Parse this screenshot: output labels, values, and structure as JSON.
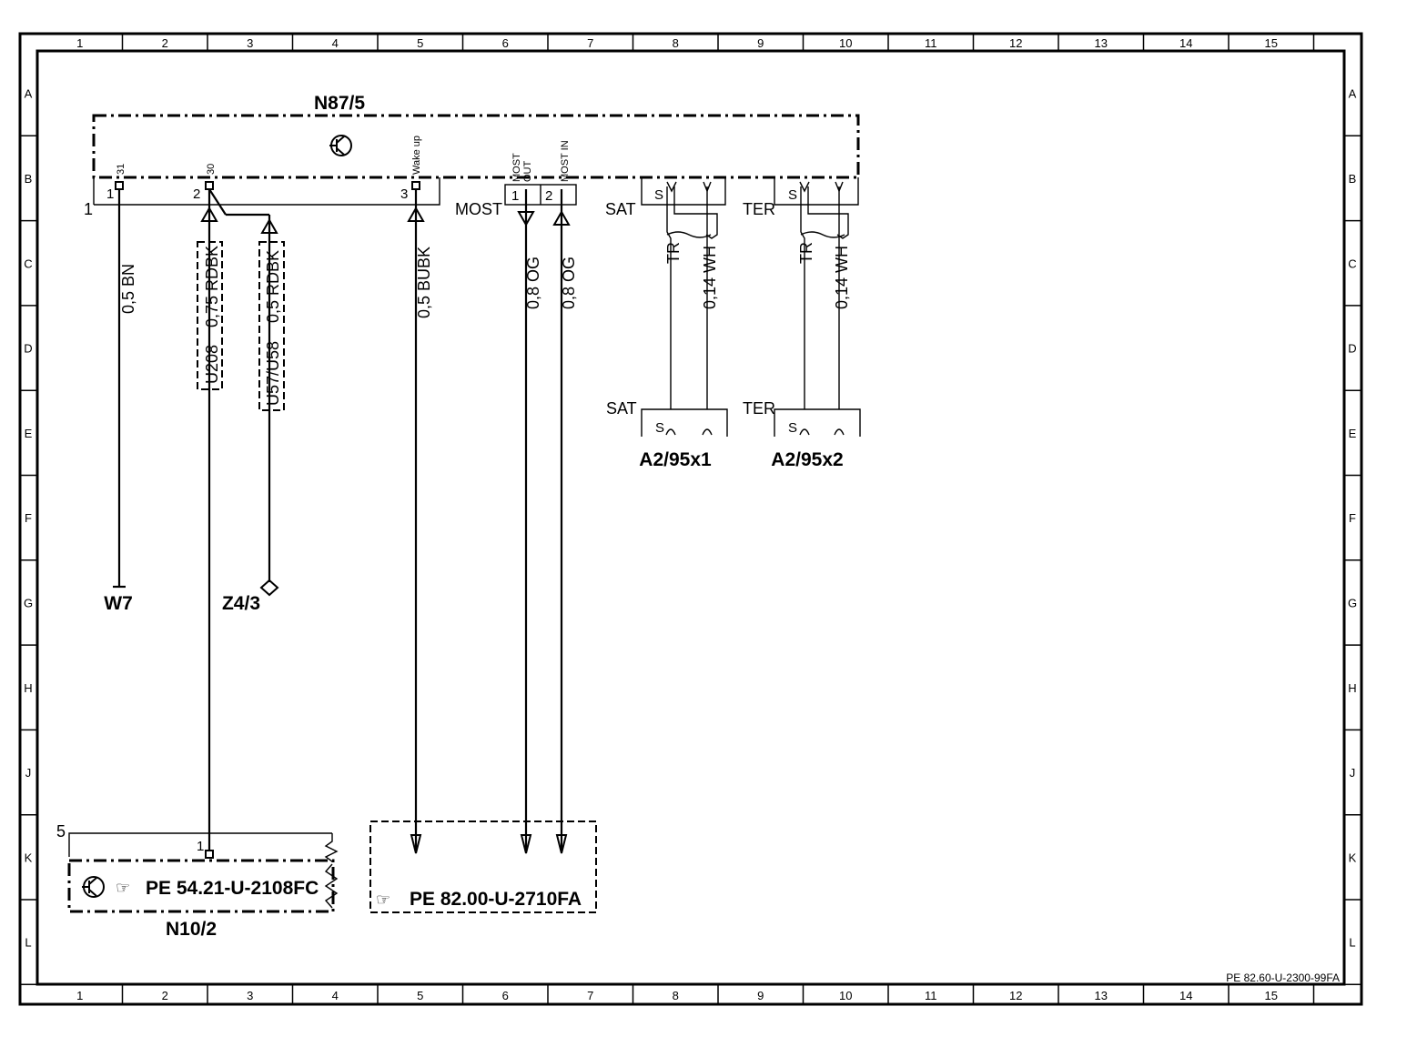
{
  "frame": {
    "columns": [
      "1",
      "2",
      "3",
      "4",
      "5",
      "6",
      "7",
      "8",
      "9",
      "10",
      "11",
      "12",
      "13",
      "14",
      "15"
    ],
    "rows": [
      "A",
      "B",
      "C",
      "D",
      "E",
      "F",
      "G",
      "H",
      "J",
      "K",
      "L"
    ],
    "doc_ref": "PE 82.60-U-2300-99FA"
  },
  "module_top": {
    "name": "N87/5",
    "pins": [
      {
        "top": "31",
        "num": "1"
      },
      {
        "top": "30",
        "num": "2"
      },
      {
        "top": "Wake up",
        "num": "3"
      }
    ],
    "side_num": "1",
    "most_label": "MOST",
    "most_out": "MOST OUT",
    "most_out_l1": "MOST",
    "most_out_l2": "OUT",
    "most_in": "MOST IN",
    "most_pin1": "1",
    "most_pin2": "2",
    "sat_label": "SAT",
    "ter_label": "TER",
    "shield_s": "S"
  },
  "wires": {
    "w1": "0,5 BN",
    "w2a": "0,75 RDBK",
    "w2b": "U208",
    "w3a": "0,5 RDBK",
    "w3b": "U57/U58",
    "w4": "0,5 BUBK",
    "w5": "0,8 OG",
    "w6": "0,8 OG",
    "sat_tr": "TR",
    "sat_wh": "0,14 WH",
    "ter_tr": "TR",
    "ter_wh": "0,14 WH"
  },
  "connectors": {
    "sat_label": "SAT",
    "sat_name": "A2/95x1",
    "ter_label": "TER",
    "ter_name": "A2/95x2",
    "s": "S"
  },
  "grounds": {
    "w7": "W7",
    "z43": "Z4/3"
  },
  "module_bottom": {
    "name": "N10/2",
    "side_num": "5",
    "pin": "1",
    "ref": "PE  54.21-U-2108FC"
  },
  "ref_box": {
    "ref": "PE  82.00-U-2710FA"
  }
}
